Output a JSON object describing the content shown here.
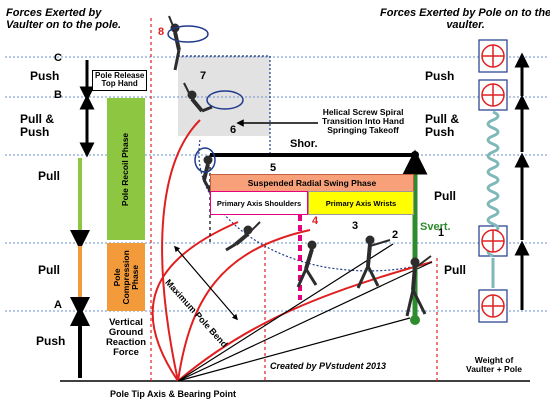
{
  "titles": {
    "left": [
      "Forces Exerted by",
      "Vaulter on to the pole."
    ],
    "right": [
      "Forces Exerted by Pole on to the",
      "vaulter."
    ]
  },
  "markers": {
    "c": "C",
    "b": "B",
    "a": "A"
  },
  "left_forces": {
    "push_top": "Push",
    "pull_push": [
      "Pull &",
      "Push"
    ],
    "pull_1": "Pull",
    "pull_2": "Pull",
    "push_bottom": "Push"
  },
  "right_forces": {
    "push": "Push",
    "pull_push": [
      "Pull &",
      "Push"
    ],
    "pull_1": "Pull",
    "pull_2": "Pull"
  },
  "phases": {
    "recoil": "Pole Recoil Phase",
    "compression": [
      "Pole",
      "Compression",
      "Phase"
    ],
    "vgrf": [
      "Vertical",
      "Ground",
      "Reaction",
      "Force"
    ]
  },
  "labels": {
    "pole_release": [
      "Pole Release",
      "Top Hand"
    ],
    "helical": [
      "Helical Screw Spiral",
      "Transition Into Hand",
      "Springing Takeoff"
    ],
    "shor": "Shor.",
    "suspended": "Suspended Radial Swing Phase",
    "axis_shoulders": "Primary Axis Shoulders",
    "axis_wrists": "Primary Axis Wrists",
    "svert": "Svert.",
    "max_bend": "Maximum Pole Bend",
    "created_by": "Created by PVstudent 2013",
    "weight": [
      "Weight of",
      "Vaulter + Pole"
    ],
    "pole_tip": "Pole Tip Axis & Bearing Point"
  },
  "stage_numbers": [
    "1",
    "2",
    "3",
    "4",
    "5",
    "6",
    "7",
    "8"
  ],
  "colors": {
    "green": "#8dc641",
    "orange": "#f39b3a",
    "red": "#e02020",
    "magenta": "#e6007e",
    "dark_green": "#2e8b2e",
    "yellow": "#ffff00",
    "salmon": "#f7a07a",
    "navy": "#1f3a8a"
  }
}
